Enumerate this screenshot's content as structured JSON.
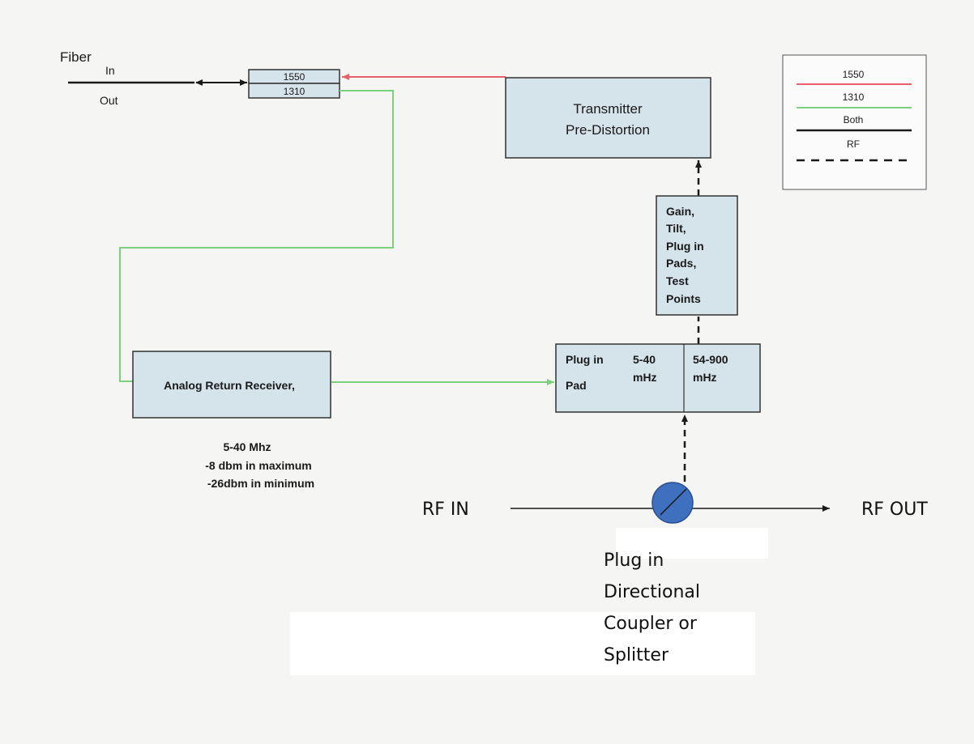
{
  "fiber": {
    "label": "Fiber",
    "in": "In",
    "out": "Out"
  },
  "wdm": {
    "top": "1550",
    "bottom": "1310"
  },
  "transmitter": {
    "line1": "Transmitter",
    "line2": "Pre-Distortion"
  },
  "gain_box": {
    "lines": [
      "Gain,",
      "Tilt,",
      "Plug in",
      "Pads,",
      "Test",
      "Points"
    ]
  },
  "plugin_box": {
    "left_line1": "Plug in",
    "left_line2": "Pad",
    "mid_line1": "5-40",
    "mid_line2": "mHz",
    "right_line1": "54-900",
    "right_line2": "mHz"
  },
  "receiver": {
    "label": "Analog Return Receiver,"
  },
  "receiver_notes": [
    "5-40 Mhz",
    "-8 dbm in maximum",
    "-26dbm in minimum"
  ],
  "rf": {
    "in": "RF IN",
    "out": "RF OUT"
  },
  "coupler_label": [
    "Plug in",
    "Directional",
    "Coupler or",
    "Splitter"
  ],
  "legend": {
    "items": [
      {
        "label": "1550",
        "color": "#e8606a",
        "style": "solid"
      },
      {
        "label": "1310",
        "color": "#7ccf7c",
        "style": "solid"
      },
      {
        "label": "Both",
        "color": "#1a1a1a",
        "style": "solid"
      },
      {
        "label": "RF",
        "color": "#1a1a1a",
        "style": "dashed"
      }
    ]
  },
  "colors": {
    "line_1550": "#e8606a",
    "line_1310": "#7ccf7c",
    "box_fill": "#d5e3ea",
    "coupler_fill": "#3f6fbf"
  }
}
